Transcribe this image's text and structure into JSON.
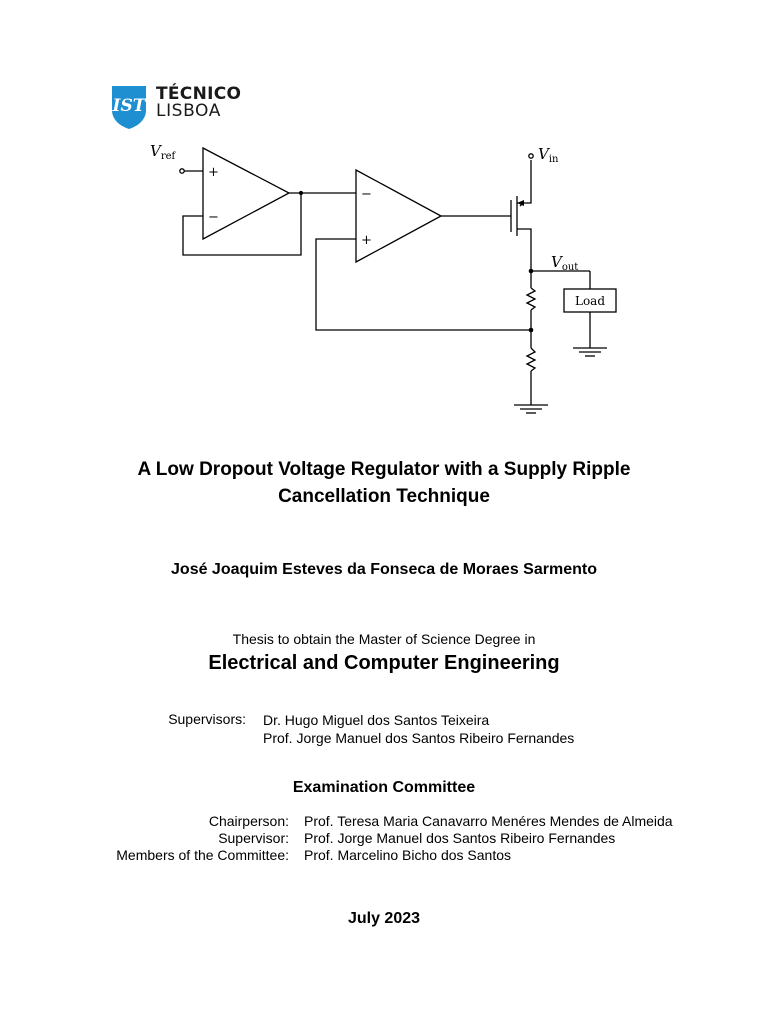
{
  "logo": {
    "line1": "TÉCNICO",
    "line2": "LISBOA",
    "brand_color": "#1e8fd0"
  },
  "circuit": {
    "vref": {
      "main": "V",
      "sub": "ref"
    },
    "vin": {
      "main": "V",
      "sub": "in"
    },
    "vout": {
      "main": "V",
      "sub": "out"
    },
    "load": "Load",
    "opamp1_plus": "+",
    "opamp1_minus": "−",
    "opamp2_plus": "+",
    "opamp2_minus": "−"
  },
  "title_line1": "A Low Dropout Voltage Regulator with a Supply Ripple",
  "title_line2": "Cancellation Technique",
  "author": "José Joaquim Esteves da Fonseca de Moraes Sarmento",
  "thesis_line": "Thesis to obtain the Master of Science Degree in",
  "degree": "Electrical and Computer Engineering",
  "supervisors": {
    "label": "Supervisors:",
    "names": [
      "Dr. Hugo Miguel dos Santos Teixeira",
      "Prof. Jorge Manuel dos Santos Ribeiro Fernandes"
    ]
  },
  "committee": {
    "title": "Examination Committee",
    "rows": [
      {
        "role": "Chairperson:",
        "name": "Prof. Teresa Maria Canavarro Menéres Mendes de Almeida"
      },
      {
        "role": "Supervisor:",
        "name": "Prof. Jorge Manuel dos Santos Ribeiro Fernandes"
      },
      {
        "role": "Members of the Committee:",
        "name": "Prof. Marcelino Bicho dos Santos"
      }
    ]
  },
  "date": "July 2023"
}
